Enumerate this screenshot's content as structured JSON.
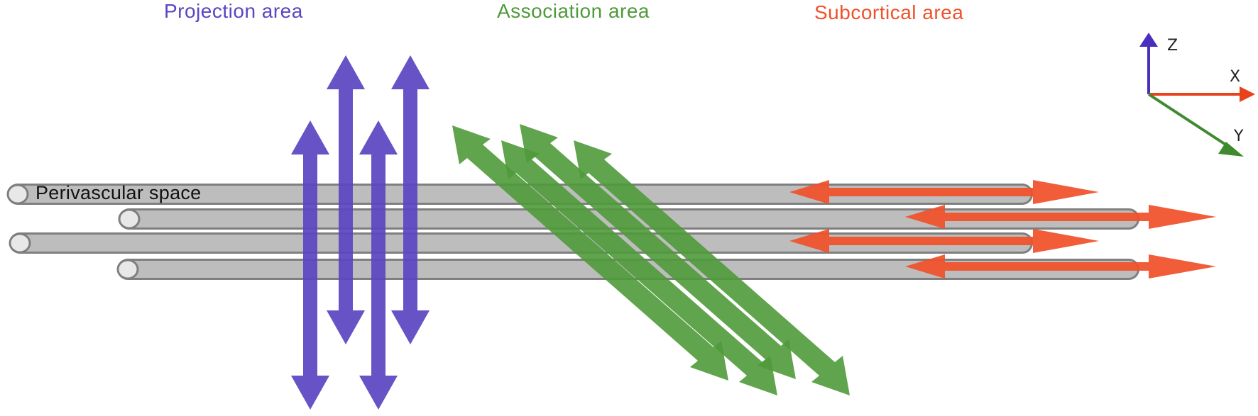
{
  "labels": {
    "projection": "Projection area",
    "association": "Association area",
    "subcortical": "Subcortical area",
    "perivascular": "Perivascular space"
  },
  "axes": {
    "z": "Z",
    "x": "X",
    "y": "Y"
  },
  "colors": {
    "projection": "#5b45c2",
    "association": "#4f9a3a",
    "subcortical": "#f0502a",
    "tube": "#bdbdbd",
    "tube_outline": "#8a8a8a",
    "tube_cap": "#e6e6e6"
  }
}
